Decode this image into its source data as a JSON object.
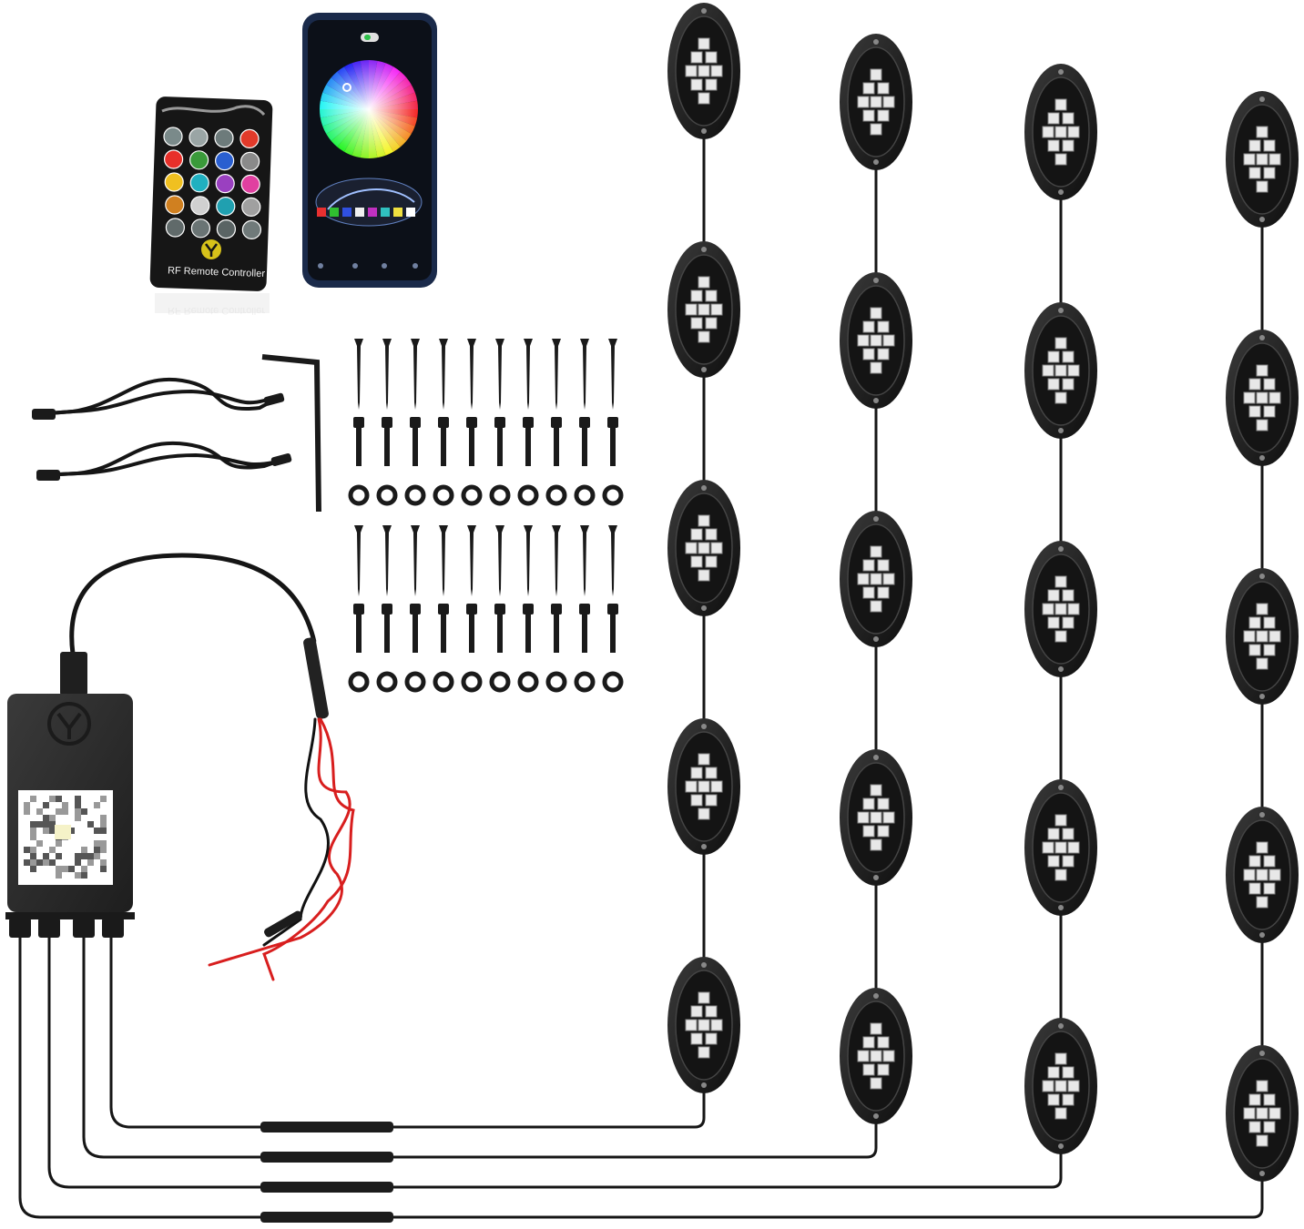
{
  "remote": {
    "label": "RF Remote Controller",
    "button_rows": [
      [
        "#7a8a8a",
        "#9aa5a5",
        "#6d7b7b",
        "#e23a2a"
      ],
      [
        "#e8302a",
        "#3a9a3a",
        "#2a5fd0",
        "#8a8a8a"
      ],
      [
        "#f0c020",
        "#20b0c0",
        "#9a40c0",
        "#e040a0"
      ],
      [
        "#d08020",
        "#d0d0d0",
        "#20a0b0",
        "#a0a0a0"
      ],
      [
        "#606a6a",
        "#6a7474",
        "#5a6464",
        "#707a7a"
      ]
    ]
  },
  "phone": {
    "screen_color": "#0c1018",
    "bar_colors": [
      "#e83030",
      "#30c030",
      "#3050e0",
      "#f0f0f0",
      "#c030c0",
      "#30c0c0",
      "#f0e040",
      "#ffffff"
    ]
  },
  "controller": {
    "body_color": "#2b2b2b",
    "wire_colors": {
      "red": "#d81e1e",
      "black": "#111111"
    }
  },
  "rock_lights": {
    "body_color": "#1c1c1c",
    "strings": 4,
    "pods_per_string": 5
  },
  "hardware": {
    "screws_per_row": 10,
    "rows": 2
  },
  "icons": [
    "remote-icon",
    "phone-icon",
    "qr-code-icon",
    "brand-logo-icon",
    "allen-wrench-icon"
  ]
}
